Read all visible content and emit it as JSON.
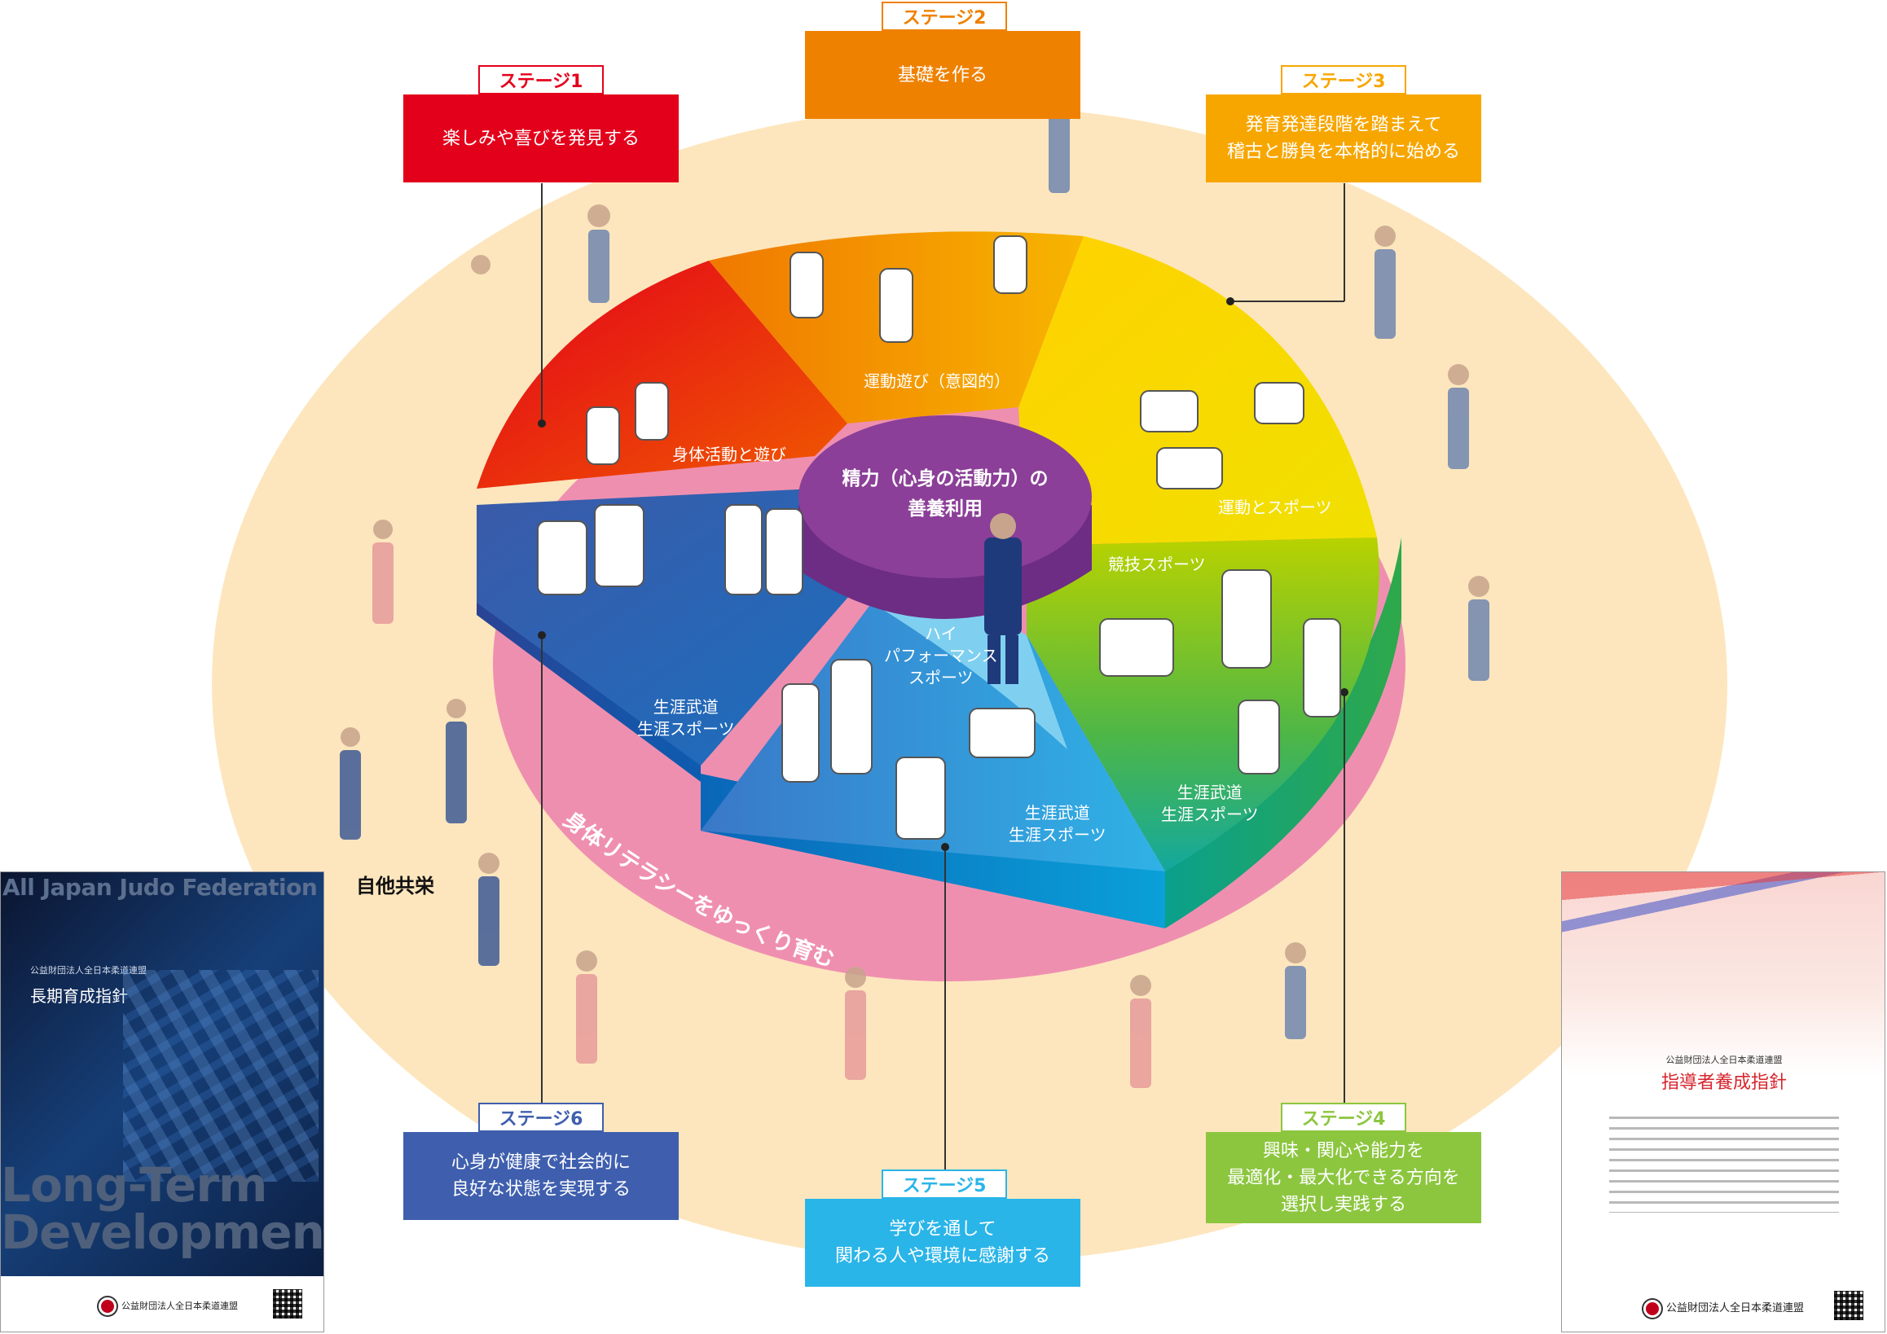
{
  "center": {
    "line1": "精力（心身の活動力）の",
    "line2": "善養利用"
  },
  "ring_text": "身体リテラシーをゆっくり育む",
  "coexistence": "自他共栄",
  "stages": [
    {
      "tag": "ステージ1",
      "lines": [
        "楽しみや喜びを発見する"
      ]
    },
    {
      "tag": "ステージ2",
      "lines": [
        "基礎を作る"
      ]
    },
    {
      "tag": "ステージ3",
      "lines": [
        "発育発達段階を踏まえて",
        "稽古と勝負を本格的に始める"
      ]
    },
    {
      "tag": "ステージ4",
      "lines": [
        "興味・関心や能力を",
        "最適化・最大化できる方向を",
        "選択し実践する"
      ]
    },
    {
      "tag": "ステージ5",
      "lines": [
        "学びを通して",
        "関わる人や環境に感謝する"
      ]
    },
    {
      "tag": "ステージ6",
      "lines": [
        "心身が健康で社会的に",
        "良好な状態を実現する"
      ]
    }
  ],
  "segments": {
    "physical_play": "身体活動と遊び",
    "movement_play": "運動遊び（意図的）",
    "movement_sports": "運動とスポーツ",
    "competitive": "競技スポーツ",
    "high_perf": [
      "ハイ",
      "パフォーマンス",
      "スポーツ"
    ],
    "lifelong_left": [
      "生涯武道",
      "生涯スポーツ"
    ],
    "lifelong_mid": [
      "生涯武道",
      "生涯スポーツ"
    ],
    "lifelong_right": [
      "生涯武道",
      "生涯スポーツ"
    ]
  },
  "cover_left": {
    "banner": "All Japan Judo Federation",
    "org": "公益財団法人全日本柔道連盟",
    "title": "長期育成指針",
    "big": [
      "Long-Term",
      "Development"
    ],
    "footer": "公益財団法人全日本柔道連盟"
  },
  "cover_right": {
    "org": "公益財団法人全日本柔道連盟",
    "title": "指導者養成指針",
    "footer": "公益財団法人全日本柔道連盟"
  },
  "colors": {
    "stage1": "#e3001b",
    "stage2": "#ef8100",
    "stage3": "#f7a600",
    "stage4": "#8cc63f",
    "stage5": "#2ab5e8",
    "stage6": "#3f5fae",
    "center": "#8b3f98",
    "ring": "#ef8fb0",
    "oval": "#fde6bd"
  }
}
